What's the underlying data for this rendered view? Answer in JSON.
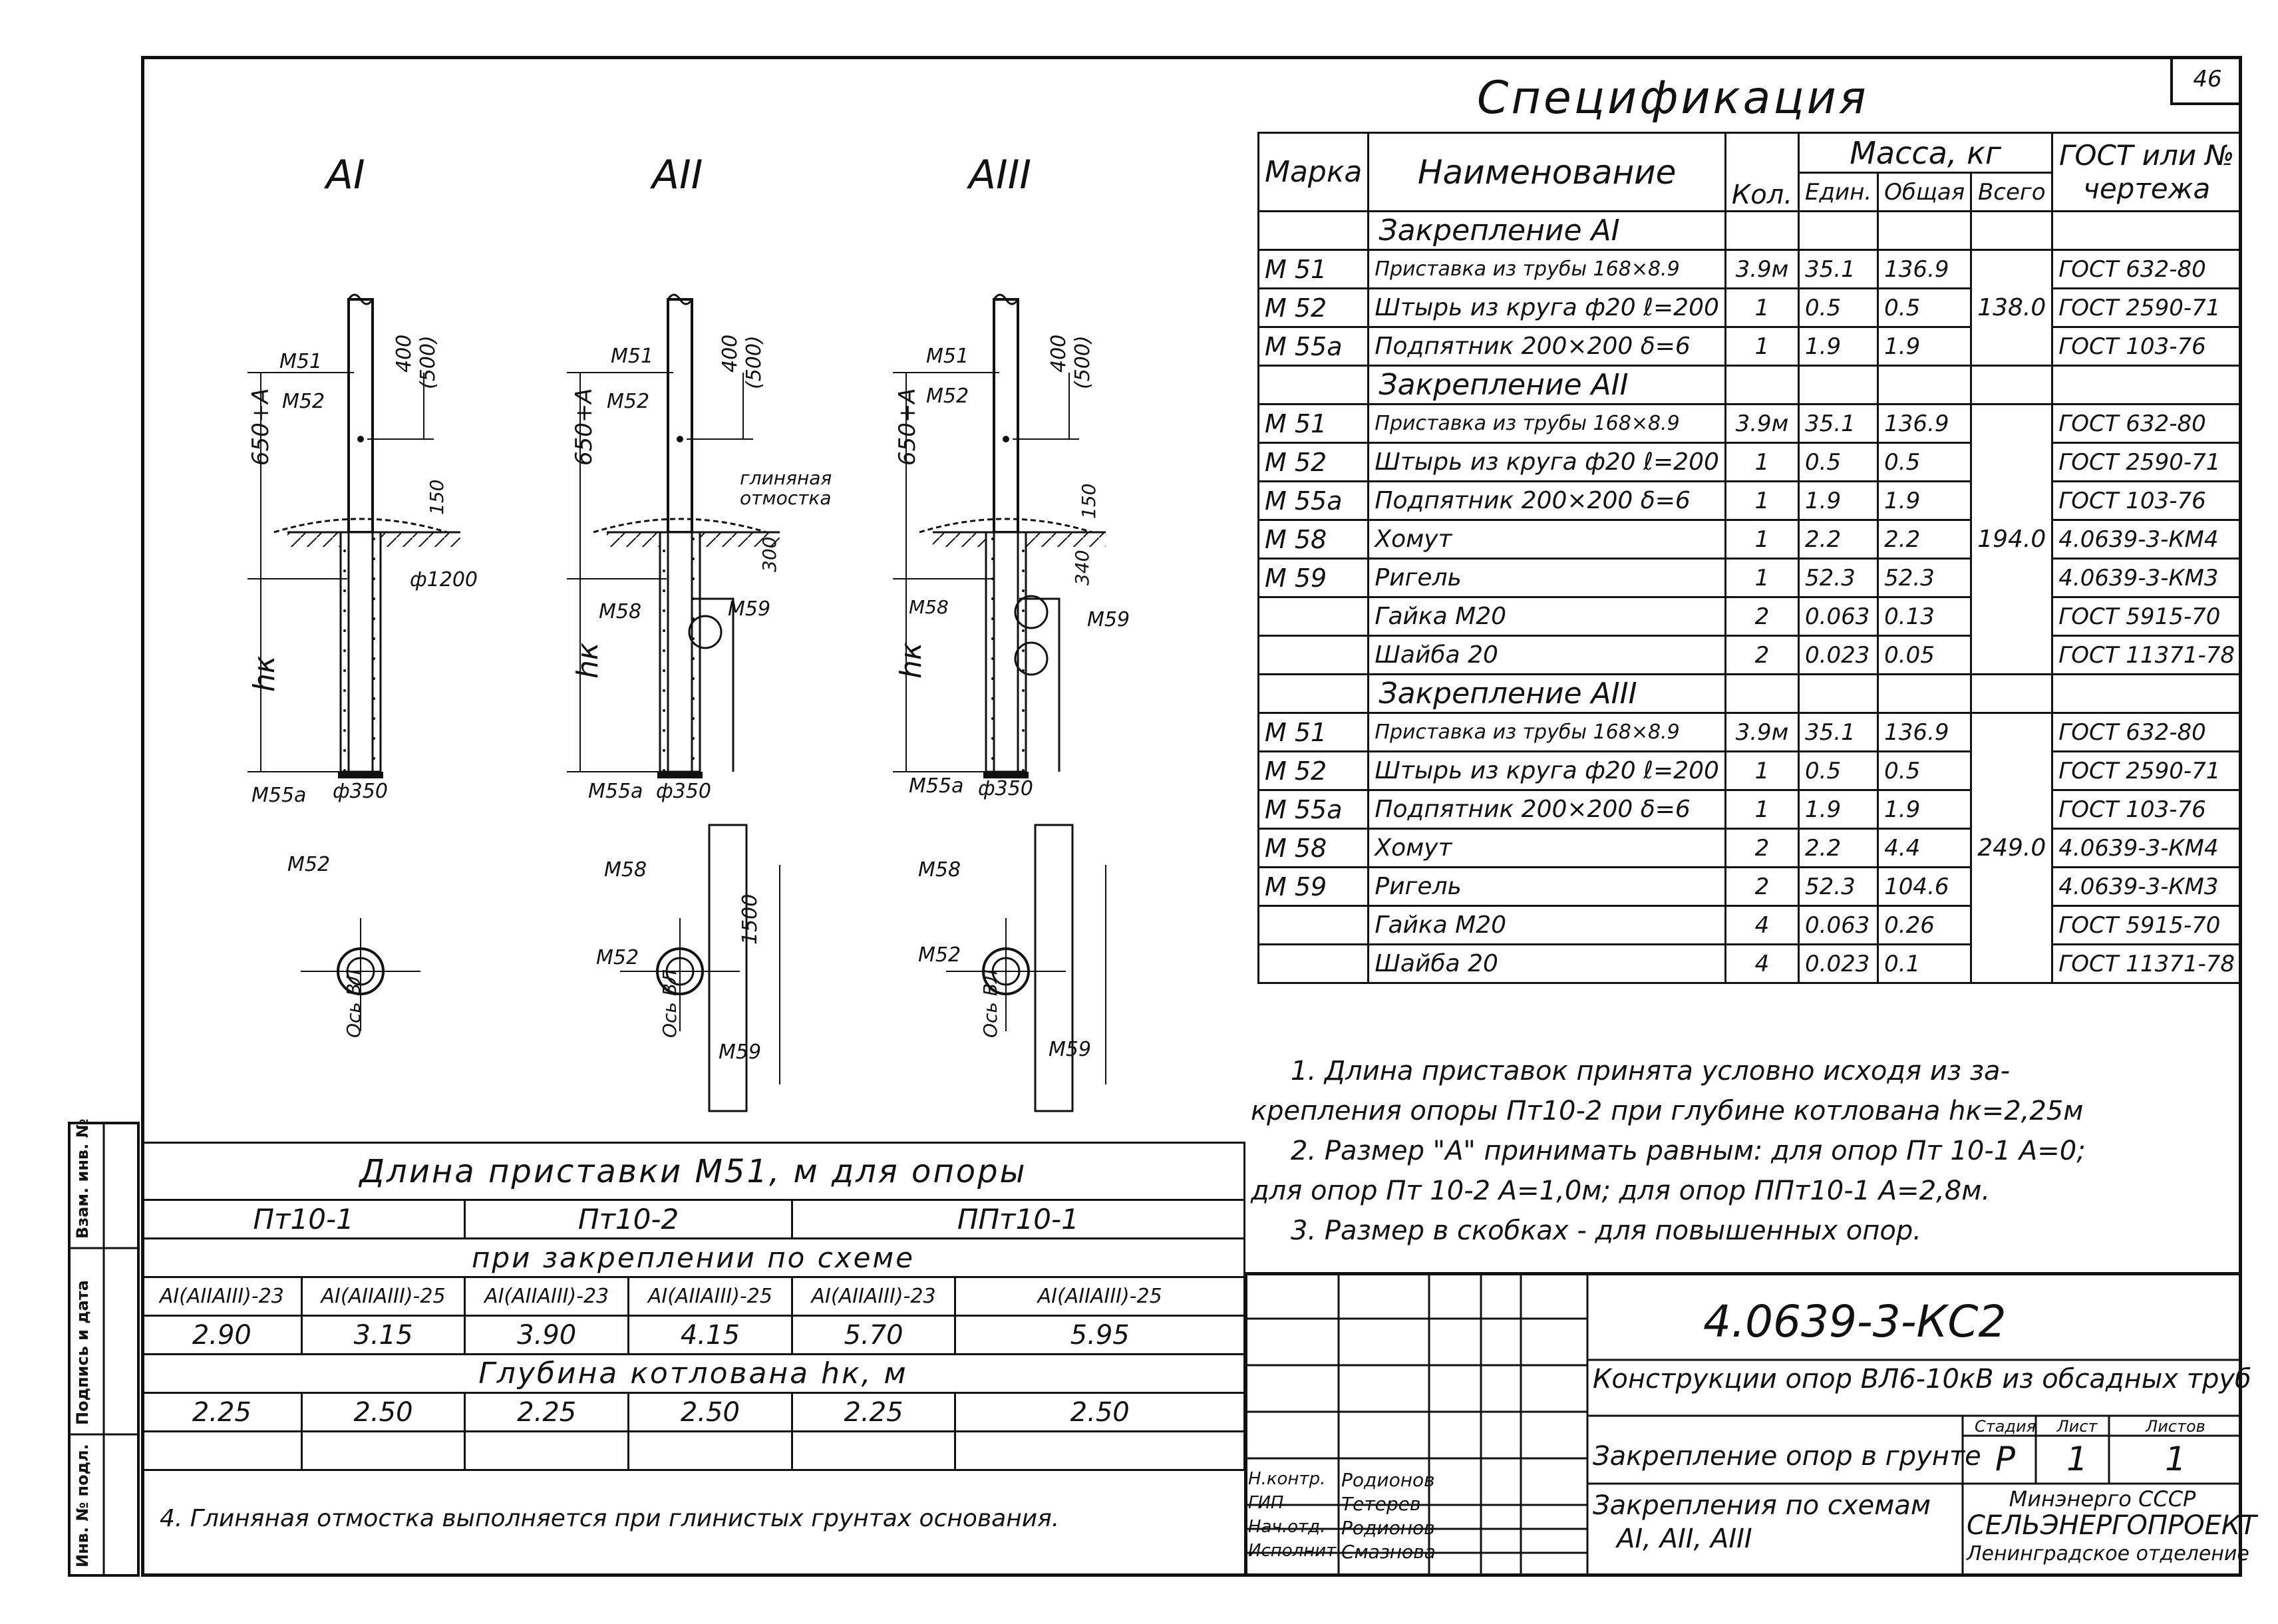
{
  "sheet_number": "46",
  "schemes": {
    "a1": "AI",
    "a2": "AII",
    "a3": "AIII",
    "labels": {
      "m51": "M51",
      "m52": "M52",
      "m55a": "M55а",
      "m58": "M58",
      "m59": "M59",
      "h650": "650+A",
      "d400": "400",
      "d500": "(500)",
      "d150": "150",
      "d1200": "ф1200",
      "d350": "ф350",
      "hk": "hк",
      "d300": "300",
      "d340": "340",
      "d1500": "1500",
      "clay": "глиняная отмостка",
      "axis": "Ось ВЛ"
    }
  },
  "spec": {
    "title": "Спецификация",
    "h_mark": "Марка",
    "h_name": "Наименование",
    "h_qty": "Кол.",
    "h_mass": "Масса, кг",
    "h_unit": "Един.",
    "h_total": "Общая",
    "h_all": "Всего",
    "h_gost": "ГОСТ или № чертежа",
    "groups": [
      {
        "title": "Закрепление АI",
        "total": "138.0",
        "rows": [
          {
            "mark": "М 51",
            "name": "Приставка из трубы 168×8.9",
            "qty": "3.9м",
            "unit": "35.1",
            "sum": "136.9",
            "gost": "ГОСТ 632-80"
          },
          {
            "mark": "М 52",
            "name": "Штырь из круга ф20 ℓ=200",
            "qty": "1",
            "unit": "0.5",
            "sum": "0.5",
            "gost": "ГОСТ 2590-71"
          },
          {
            "mark": "М 55а",
            "name": "Подпятник 200×200 δ=6",
            "qty": "1",
            "unit": "1.9",
            "sum": "1.9",
            "gost": "ГОСТ 103-76"
          }
        ]
      },
      {
        "title": "Закрепление АII",
        "total": "194.0",
        "rows": [
          {
            "mark": "М 51",
            "name": "Приставка из трубы 168×8.9",
            "qty": "3.9м",
            "unit": "35.1",
            "sum": "136.9",
            "gost": "ГОСТ 632-80"
          },
          {
            "mark": "М 52",
            "name": "Штырь из круга ф20 ℓ=200",
            "qty": "1",
            "unit": "0.5",
            "sum": "0.5",
            "gost": "ГОСТ 2590-71"
          },
          {
            "mark": "М 55а",
            "name": "Подпятник 200×200 δ=6",
            "qty": "1",
            "unit": "1.9",
            "sum": "1.9",
            "gost": "ГОСТ 103-76"
          },
          {
            "mark": "М 58",
            "name": "Хомут",
            "qty": "1",
            "unit": "2.2",
            "sum": "2.2",
            "gost": "4.0639-3-КМ4"
          },
          {
            "mark": "М 59",
            "name": "Ригель",
            "qty": "1",
            "unit": "52.3",
            "sum": "52.3",
            "gost": "4.0639-3-КМ3"
          },
          {
            "mark": "",
            "name": "Гайка М20",
            "qty": "2",
            "unit": "0.063",
            "sum": "0.13",
            "gost": "ГОСТ 5915-70"
          },
          {
            "mark": "",
            "name": "Шайба 20",
            "qty": "2",
            "unit": "0.023",
            "sum": "0.05",
            "gost": "ГОСТ 11371-78"
          }
        ]
      },
      {
        "title": "Закрепление АIII",
        "total": "249.0",
        "rows": [
          {
            "mark": "М 51",
            "name": "Приставка из трубы 168×8.9",
            "qty": "3.9м",
            "unit": "35.1",
            "sum": "136.9",
            "gost": "ГОСТ 632-80"
          },
          {
            "mark": "М 52",
            "name": "Штырь из круга ф20 ℓ=200",
            "qty": "1",
            "unit": "0.5",
            "sum": "0.5",
            "gost": "ГОСТ 2590-71"
          },
          {
            "mark": "М 55а",
            "name": "Подпятник 200×200 δ=6",
            "qty": "1",
            "unit": "1.9",
            "sum": "1.9",
            "gost": "ГОСТ 103-76"
          },
          {
            "mark": "М 58",
            "name": "Хомут",
            "qty": "2",
            "unit": "2.2",
            "sum": "4.4",
            "gost": "4.0639-3-КМ4"
          },
          {
            "mark": "М 59",
            "name": "Ригель",
            "qty": "2",
            "unit": "52.3",
            "sum": "104.6",
            "gost": "4.0639-3-КМ3"
          },
          {
            "mark": "",
            "name": "Гайка М20",
            "qty": "4",
            "unit": "0.063",
            "sum": "0.26",
            "gost": "ГОСТ 5915-70"
          },
          {
            "mark": "",
            "name": "Шайба 20",
            "qty": "4",
            "unit": "0.023",
            "sum": "0.1",
            "gost": "ГОСТ 11371-78"
          }
        ]
      }
    ]
  },
  "notes": {
    "n1a": "1. Длина приставок принята условно исходя из за-",
    "n1b": "крепления опоры Пт10-2 при глубине котлована hк=2,25м",
    "n2a": "2. Размер \"А\" принимать равным: для опор Пт 10-1 А=0;",
    "n2b": "для опор Пт 10-2 А=1,0м; для опор ППт10-1 А=2,8м.",
    "n3": "3. Размер в скобках - для повышенных опор.",
    "n4": "4. Глиняная отмостка выполняется при глинистых грунтах основания."
  },
  "length_table": {
    "title": "Длина приставки М51, м для опоры",
    "types": [
      "Пт10-1",
      "Пт10-2",
      "ППт10-1"
    ],
    "subtitle": "при закреплении по схеме",
    "schemes": [
      "АI(АIIАIII)-23",
      "АI(АIIАIII)-25",
      "АI(АIIАIII)-23",
      "АI(АIIАIII)-25",
      "АI(АIIАIII)-23",
      "АI(АIIАIII)-25"
    ],
    "lengths": [
      "2.90",
      "3.15",
      "3.90",
      "4.15",
      "5.70",
      "5.95"
    ],
    "depth_title": "Глубина котлована hк, м",
    "depths": [
      "2.25",
      "2.50",
      "2.25",
      "2.50",
      "2.25",
      "2.50"
    ]
  },
  "stamp": {
    "code": "4.0639-3-КС2",
    "title1": "Конструкции опор ВЛ6-10кВ из обсадных труб",
    "title2": "Закрепление опор в грунте",
    "title3a": "Закрепления по схемам",
    "title3b": "АI, АII, АIII",
    "h_stage": "Стадия",
    "h_sheet": "Лист",
    "h_sheets": "Листов",
    "stage": "Р",
    "sheet": "1",
    "sheets": "1",
    "org1": "Минэнерго СССР",
    "org2": "СЕЛЬЭНЕРГОПРОЕКТ",
    "org3": "Ленинградское отделение",
    "roles": [
      {
        "role": "Н.контр.",
        "name": "Родионов"
      },
      {
        "role": "ГИП",
        "name": "Тетерев"
      },
      {
        "role": "Нач.отд.",
        "name": "Родионов"
      },
      {
        "role": "Исполнит.",
        "name": "Смазнова"
      }
    ]
  },
  "sidebar": {
    "inv_orig": "Инв. № подл.",
    "sign_date": "Подпись и дата",
    "inv_repl": "Взам. инв. №"
  }
}
